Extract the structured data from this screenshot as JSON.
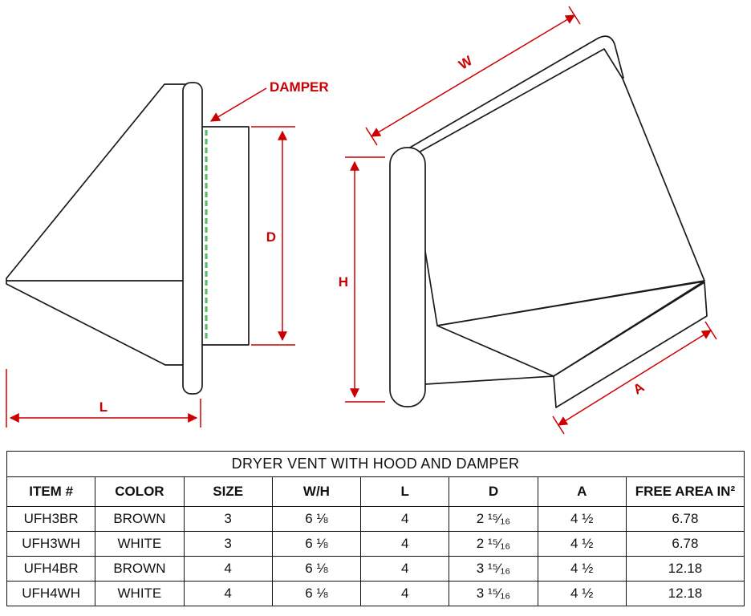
{
  "colors": {
    "line": "#1a1a1a",
    "dimension": "#cc0000",
    "damper_green": "#3fae49"
  },
  "side_view": {
    "damper_label": "DAMPER",
    "dim_d": "D",
    "dim_l": "L"
  },
  "iso_view": {
    "dim_w": "W",
    "dim_h": "H",
    "dim_a": "A"
  },
  "table": {
    "title": "DRYER VENT WITH HOOD AND DAMPER",
    "columns": [
      "ITEM #",
      "COLOR",
      "SIZE",
      "W/H",
      "L",
      "D",
      "A",
      "FREE AREA IN²"
    ],
    "rows": [
      [
        "UFH3BR",
        "BROWN",
        "3",
        "6 ⅛",
        "4",
        "2 ¹⁵⁄₁₆",
        "4 ½",
        "6.78"
      ],
      [
        "UFH3WH",
        "WHITE",
        "3",
        "6 ⅛",
        "4",
        "2 ¹⁵⁄₁₆",
        "4 ½",
        "6.78"
      ],
      [
        "UFH4BR",
        "BROWN",
        "4",
        "6 ⅛",
        "4",
        "3 ¹⁵⁄₁₆",
        "4 ½",
        "12.18"
      ],
      [
        "UFH4WH",
        "WHITE",
        "4",
        "6 ⅛",
        "4",
        "3 ¹⁵⁄₁₆",
        "4 ½",
        "12.18"
      ]
    ]
  }
}
